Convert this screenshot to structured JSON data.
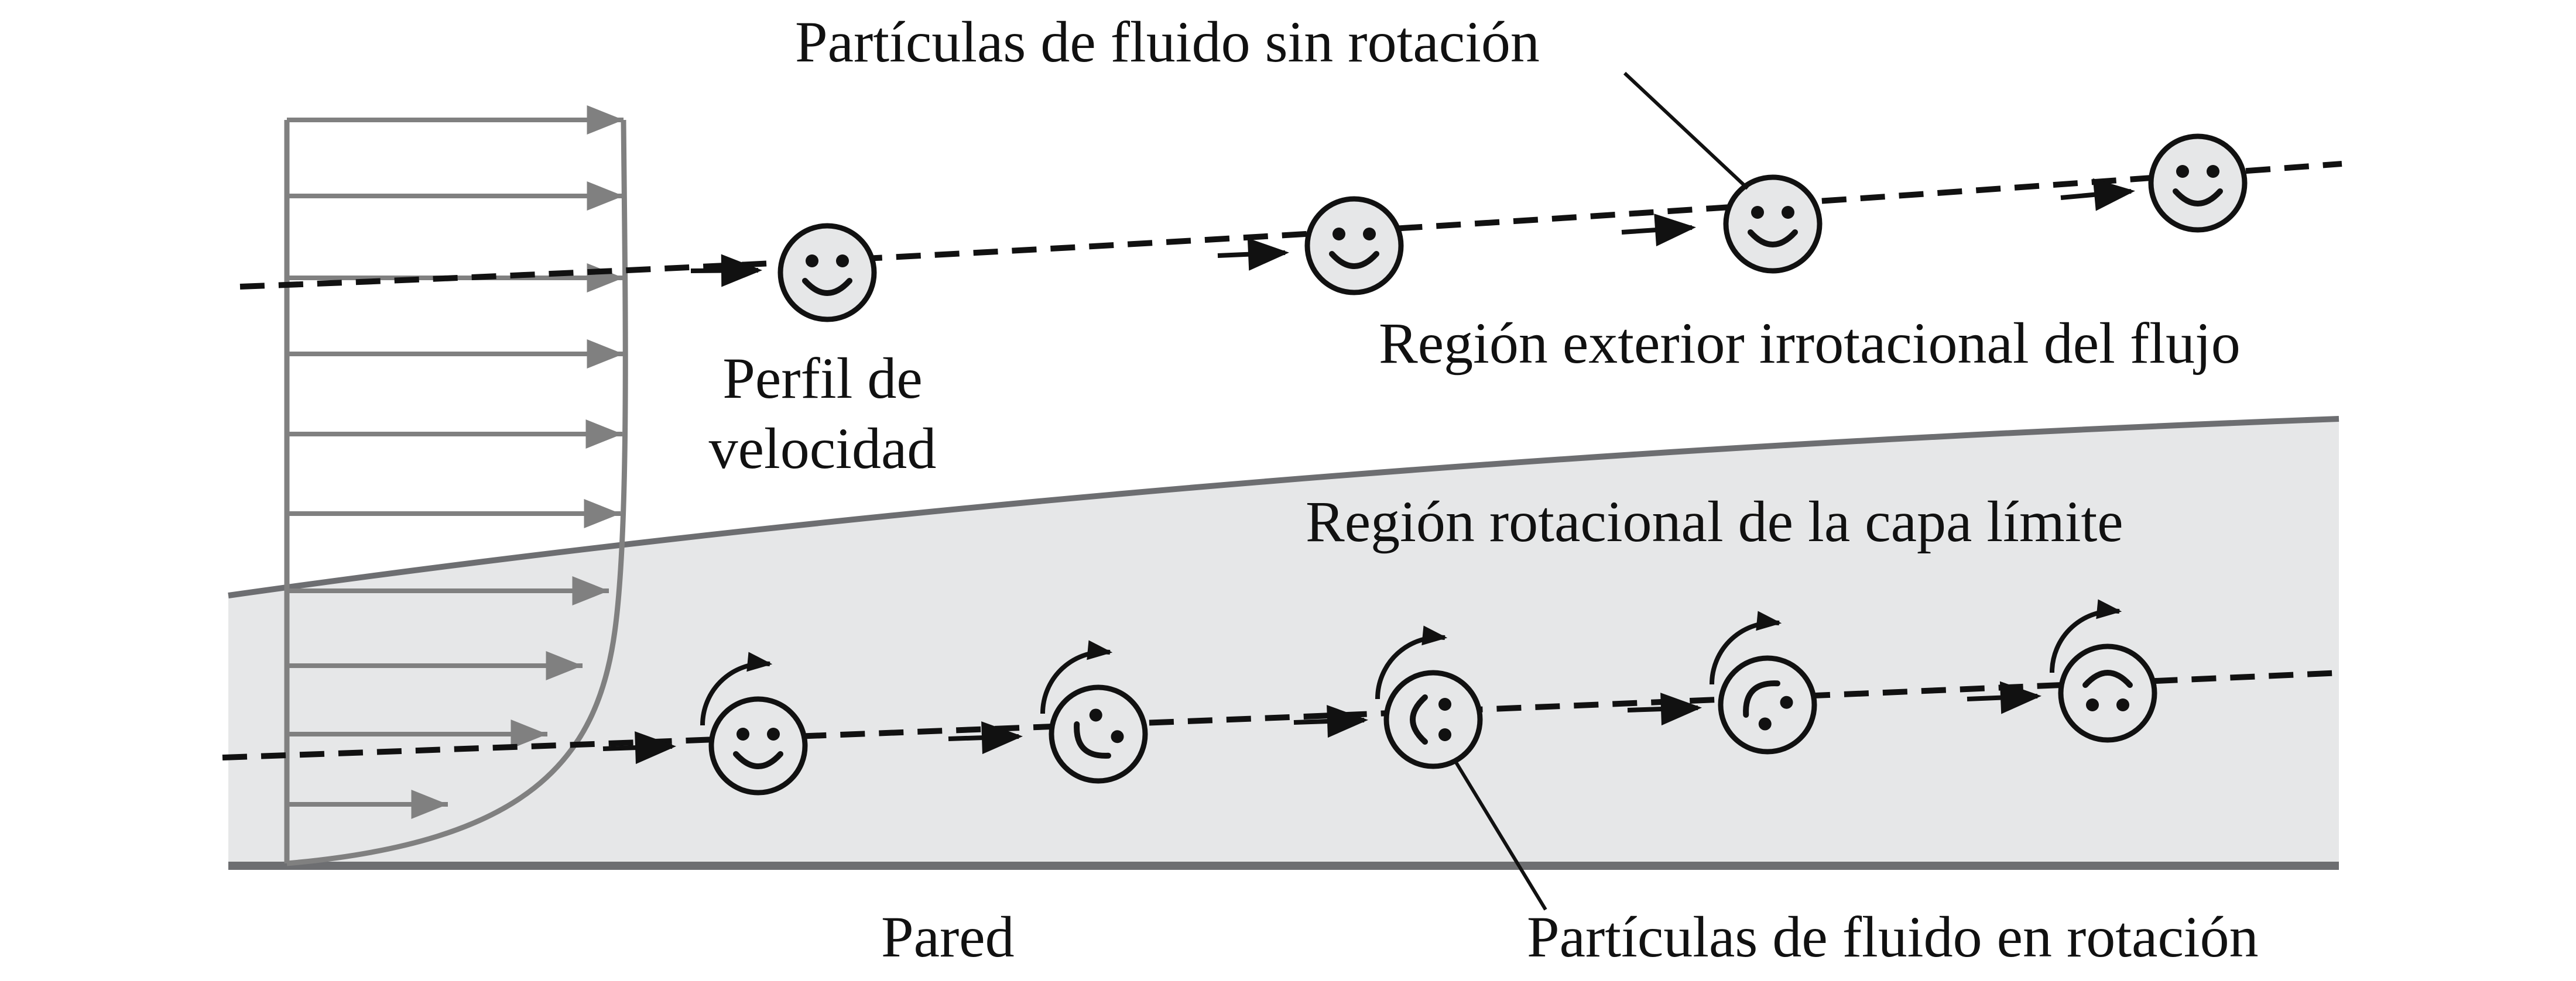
{
  "labels": {
    "irrotational_particles": "Partículas de fluido sin rotación",
    "outer_region": "Región exterior irrotacional del flujo",
    "velocity_profile_line1": "Perfil de",
    "velocity_profile_line2": "velocidad",
    "boundary_layer_region": "Región rotacional de la capa límite",
    "wall": "Pared",
    "rotational_particles": "Partículas de fluido en rotación"
  },
  "colors": {
    "boundary_layer_fill": "#e6e7e8",
    "profile_gray": "#808080",
    "edge_gray": "#6d6e71",
    "particle_fill": "#e6e7e8",
    "ink": "#111111"
  }
}
